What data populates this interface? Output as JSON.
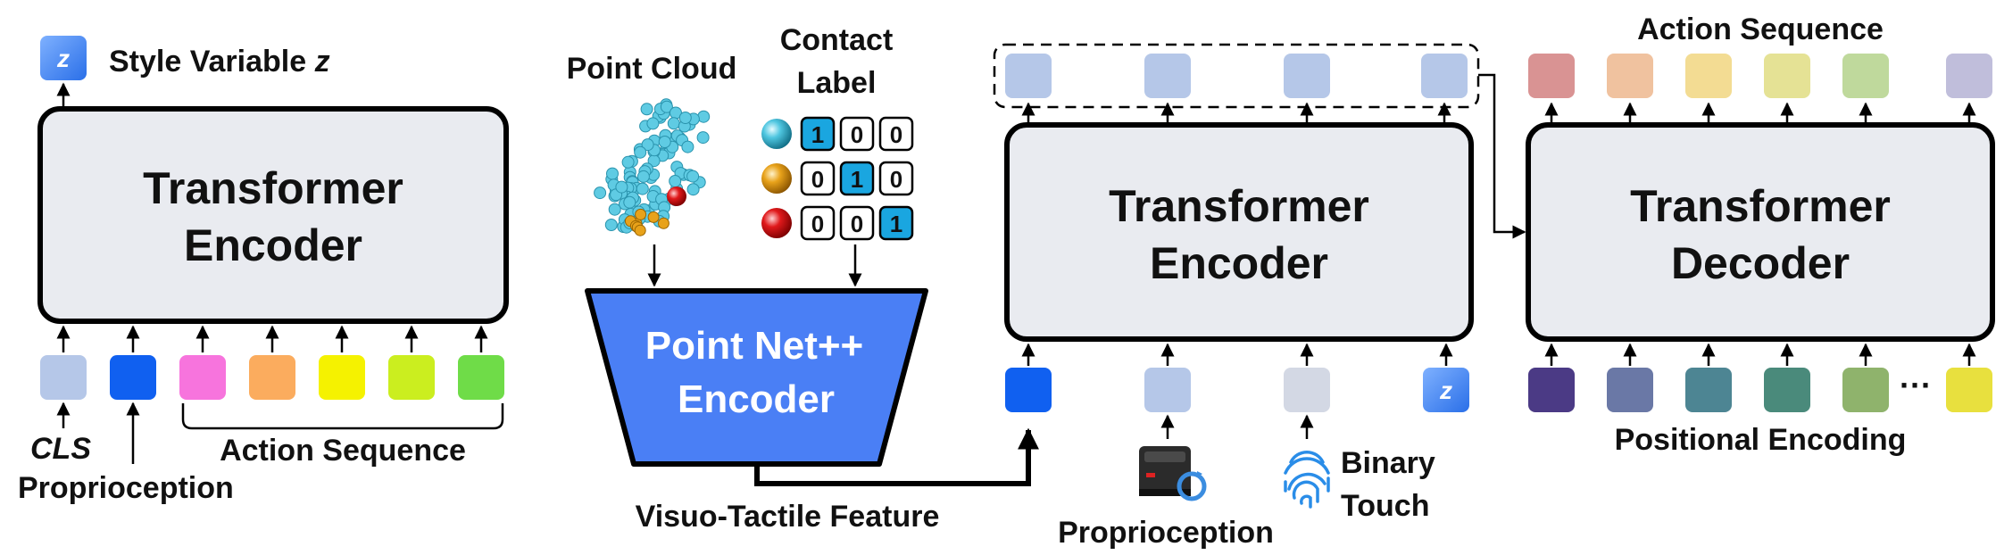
{
  "left_panel": {
    "style_variable_label": "Style Variable ",
    "style_variable_symbol": "z",
    "z_token_letter": "z",
    "encoder_line1": "Transformer",
    "encoder_line2": "Encoder",
    "cls_label": "CLS",
    "proprioception_label": "Proprioception",
    "action_sequence_label": "Action Sequence",
    "action_token_colors": [
      "#f774dd",
      "#fbac5e",
      "#f5f200",
      "#cbee1f",
      "#6fdc48"
    ]
  },
  "middle_panel": {
    "point_cloud_label": "Point Cloud",
    "contact_label_line1": "Contact",
    "contact_label_line2": "Label",
    "contact_rows": [
      {
        "sphere_color": "#4fc6e0",
        "bits": [
          "1",
          "0",
          "0"
        ],
        "active_index": 0
      },
      {
        "sphere_color": "#e8a21a",
        "bits": [
          "0",
          "1",
          "0"
        ],
        "active_index": 1
      },
      {
        "sphere_color": "#e0191b",
        "bits": [
          "0",
          "0",
          "1"
        ],
        "active_index": 2
      }
    ],
    "pointnet_line1": "Point Net++",
    "pointnet_line2": "Encoder",
    "visuo_tactile_label": "Visuo-Tactile Feature"
  },
  "cvae_encoder": {
    "encoder_line1": "Transformer",
    "encoder_line2": "Encoder",
    "z_token_letter": "z",
    "proprioception_label": "Proprioception",
    "binary_touch_line1": "Binary",
    "binary_touch_line2": "Touch"
  },
  "decoder": {
    "action_sequence_label": "Action Sequence",
    "decoder_line1": "Transformer",
    "decoder_line2": "Decoder",
    "positional_encoding_label": "Positional Encoding",
    "ellipsis": "···",
    "output_token_colors": [
      "#d99393",
      "#f0c29f",
      "#f3dc93",
      "#e5e295",
      "#bfd99c",
      "#c0bedb"
    ],
    "positional_token_colors": [
      "#4b3a85",
      "#6a78a6",
      "#4d8593",
      "#4a8a7b",
      "#8fb36c",
      "#e8e03e"
    ]
  },
  "colors": {
    "box_fill": "#e9ebf0",
    "token_light": "#b5c7e8",
    "token_blue": "#1060f0",
    "token_gray": "#d3d8e4",
    "pointnet_fill": "#4a7ff5",
    "contact_active": "#1aa6e0"
  }
}
